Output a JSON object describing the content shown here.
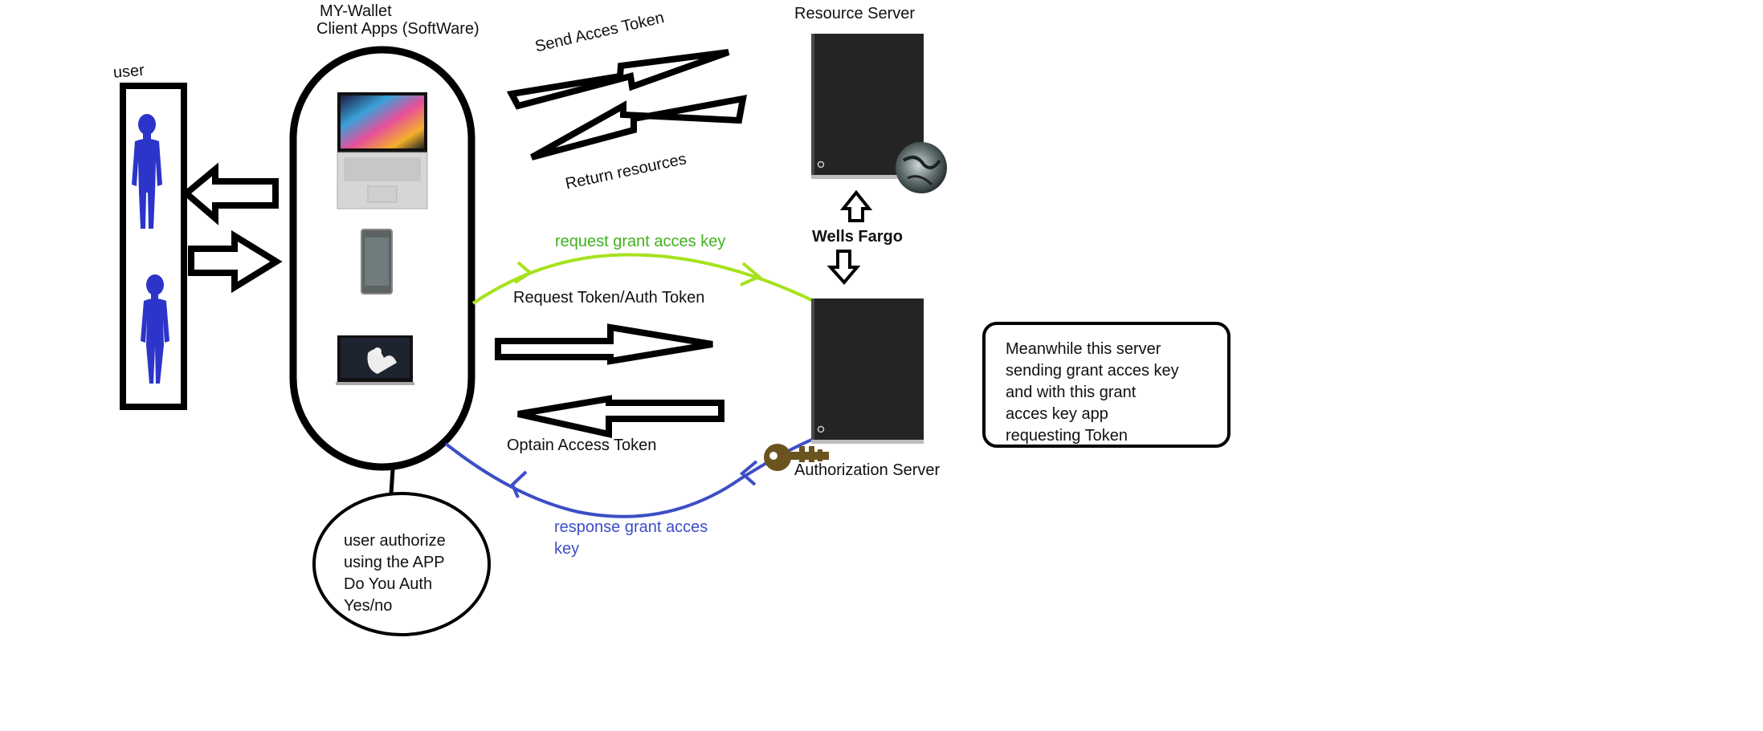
{
  "labels": {
    "app_title_line1": "MY-Wallet",
    "app_title_line2": "Client Apps (SoftWare)",
    "user": "user",
    "send_token": "Send Acces Token",
    "return_resources": "Return resources",
    "resource_server": "Resource Server",
    "wells_fargo": "Wells Fargo",
    "request_grant": "request grant acces key",
    "request_token": "Request Token/Auth Token",
    "obtain_token": "Optain Access Token",
    "auth_server": "Authorization Server",
    "response_grant_line1": "response grant acces",
    "response_grant_line2": "key"
  },
  "user_auth_note": {
    "line1": "user authorize",
    "line2": "using the APP",
    "line3": "Do You Auth",
    "line4": "Yes/no"
  },
  "server_note": {
    "line1": "Meanwhile this server",
    "line2": "sending grant acces key",
    "line3": "and with this grant",
    "line4": "acces key app",
    "line5": "requesting Token"
  },
  "colors": {
    "green_flow": "#a6e21d",
    "green_text": "#3fb21c",
    "blue_flow": "#3d4ec6",
    "person_blue": "#2c34c9",
    "server": "#242424",
    "key": "#6b5320"
  },
  "icons": [
    "person-icon",
    "laptop-icon",
    "phone-icon",
    "tablet-icon",
    "server-icon",
    "globe-icon",
    "key-icon"
  ]
}
